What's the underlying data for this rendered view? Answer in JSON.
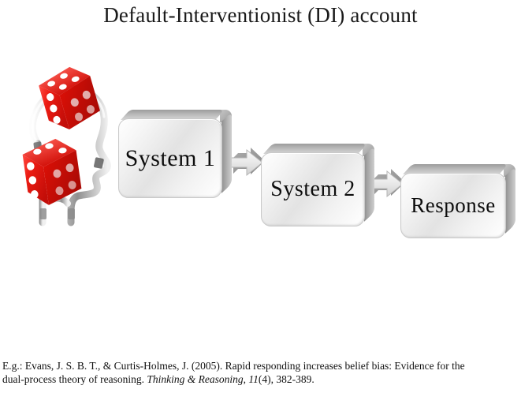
{
  "slide": {
    "title": "Default-Interventionist (DI) account",
    "background_color": "#ffffff"
  },
  "graphic": {
    "name": "head-profile-with-dice",
    "description": "Silver 3D head profile outline containing two red dice",
    "dice_color": "#e8150f",
    "pip_color": "#ffffff",
    "head_color": "#d8d8d8"
  },
  "flow": {
    "boxes": [
      {
        "id": "system1",
        "label": "System 1"
      },
      {
        "id": "system2",
        "label": "System 2"
      },
      {
        "id": "response",
        "label": "Response"
      }
    ],
    "arrows": [
      {
        "id": "arrow-1",
        "from": "system1",
        "to": "system2"
      },
      {
        "id": "arrow-2",
        "from": "system2",
        "to": "response"
      }
    ],
    "box_fill": "#e8e8e8",
    "arrow_fill": "#c0c0c0"
  },
  "footer": {
    "line1": "E.g.: Evans, J. S. B. T., & Curtis-Holmes,  J. (2005). Rapid responding  increases belief bias: Evidence  for the",
    "line2_pre": "dual-process theory of reasoning.  ",
    "line2_journal": "Thinking & Reasoning",
    "line2_mid": ", ",
    "line2_volume": "11",
    "line2_post": "(4), 382-389."
  }
}
